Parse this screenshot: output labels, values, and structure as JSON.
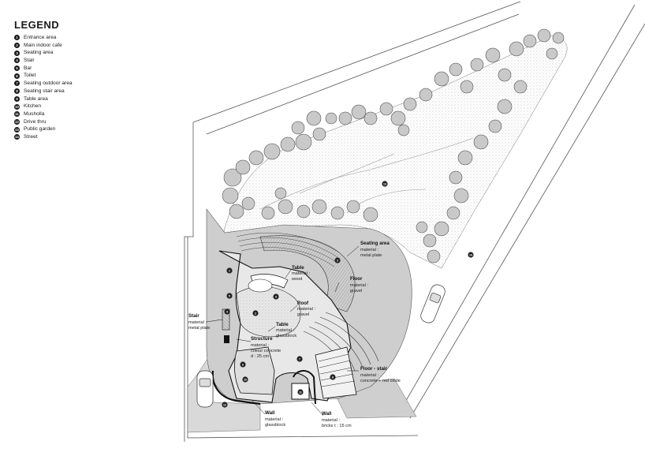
{
  "legend": {
    "title": "LEGEND",
    "items": [
      {
        "num": "1",
        "label": "Entrance area"
      },
      {
        "num": "2",
        "label": "Main indoor cafe"
      },
      {
        "num": "3",
        "label": "Seating area"
      },
      {
        "num": "4",
        "label": "Stair"
      },
      {
        "num": "5",
        "label": "Bar"
      },
      {
        "num": "6",
        "label": "Toilet"
      },
      {
        "num": "7",
        "label": "Seating outdoor area"
      },
      {
        "num": "8",
        "label": "Seating stair  area"
      },
      {
        "num": "9",
        "label": "Table area"
      },
      {
        "num": "10",
        "label": "Kitchen"
      },
      {
        "num": "11",
        "label": "Musholla"
      },
      {
        "num": "12",
        "label": "Drive thru"
      },
      {
        "num": "13",
        "label": "Public garden"
      },
      {
        "num": "14",
        "label": "Street"
      }
    ]
  },
  "annotations": {
    "seating_area": {
      "title": "Seating area",
      "lines": [
        "material :",
        "metal plate"
      ]
    },
    "table_wood": {
      "title": "Table",
      "lines": [
        "material :",
        "wood"
      ]
    },
    "floor_gravel": {
      "title": "Floor",
      "lines": [
        "material :",
        "gravel"
      ]
    },
    "roof": {
      "title": "Roof",
      "lines": [
        "material :",
        "gravel"
      ]
    },
    "table_glass": {
      "title": "Table",
      "lines": [
        "material :",
        "glassblock"
      ]
    },
    "stair": {
      "title": "Stair",
      "lines": [
        "material :",
        "metal plate"
      ]
    },
    "structure": {
      "title": "Structure",
      "lines": [
        "material :",
        "colour concrete",
        "d : 25 cm"
      ]
    },
    "floor_stair": {
      "title": "Floor - stair",
      "lines": [
        "material :",
        "concrete + red oxide"
      ]
    },
    "wall_glass": {
      "title": "Wall",
      "lines": [
        "material :",
        "glassblock"
      ]
    },
    "wall_brick": {
      "title": "Wall",
      "lines": [
        "material :",
        "bricks t : 15 cm"
      ]
    }
  },
  "markers": [
    "13",
    "14",
    "3",
    "2",
    "1",
    "9",
    "5",
    "4",
    "6",
    "10",
    "7",
    "8",
    "11",
    "12"
  ],
  "colors": {
    "ink": "#1a1a1a",
    "paving": "#c8c8c8",
    "dark_fill": "#8c8c8c",
    "tree": "#bdbdbd"
  }
}
